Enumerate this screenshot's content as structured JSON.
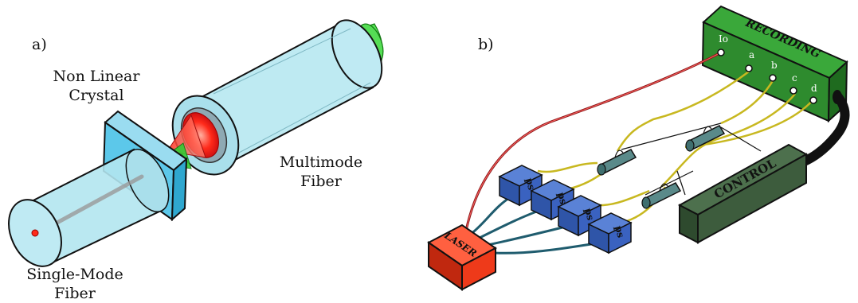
{
  "panel_a": {
    "tag": "a)",
    "label_crystal": [
      "Non Linear",
      "Crystal"
    ],
    "label_multimode": [
      "Multimode",
      "Fiber"
    ],
    "label_singlemode": [
      "Single-Mode",
      "Fiber"
    ]
  },
  "panel_b": {
    "tag": "b)",
    "recording": "RECORDING",
    "control": "CONTROL",
    "laser": "LASER",
    "ps": "ps",
    "channels": [
      "Io",
      "a",
      "b",
      "c",
      "d"
    ]
  },
  "colors": {
    "fiber_blue": "#b3e6f0",
    "crystal_blue": "#5cc8ea",
    "beam_red": "#ff2a1a",
    "beam_green": "#33cc33",
    "recording_green": "#2e8b2e",
    "control_green": "#3d5c3d",
    "laser_red": "#ee3a1a",
    "ps_blue": "#3a62c0",
    "wire_red": "#8b1a1a",
    "wire_yellow": "#c8b820",
    "wire_teal": "#1f5c6e"
  }
}
